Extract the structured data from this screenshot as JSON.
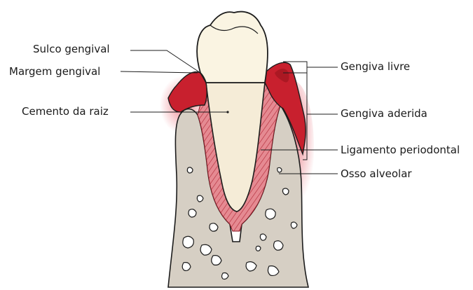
{
  "labels": {
    "sulco_gengival": "Sulco gengival",
    "margem_gengival": "Margem gengival",
    "cemento_da_raiz": "Cemento da raiz",
    "gengiva_livre": "Gengiva livre",
    "gengiva_aderida": "Gengiva aderida",
    "ligamento_periodontal": "Ligamento periodontal",
    "osso_alveolar": "Osso alveolar"
  },
  "colors": {
    "gingiva": "#c8202e",
    "gingiva_glow": "#e8606a",
    "bone": "#d6cfc4",
    "ligament": "#d9707a",
    "root": "#f5ecd7",
    "crown": "#faf4e2",
    "outline": "#1c1c1c"
  },
  "icons": {
    "tooth": "tooth-illustration",
    "bone": "alveolar-bone-illustration"
  }
}
